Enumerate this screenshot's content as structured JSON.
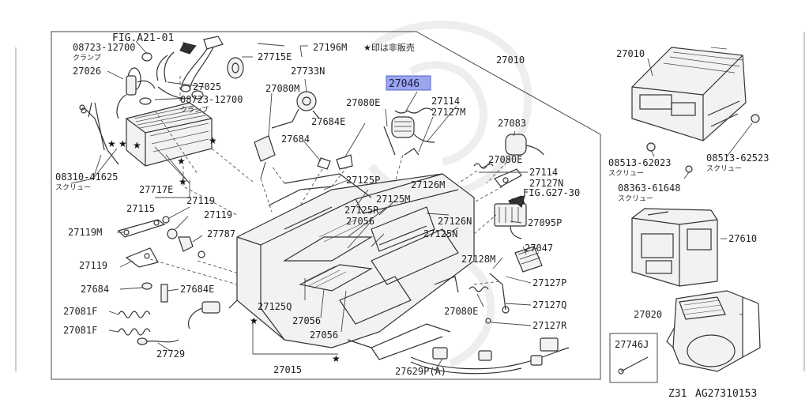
{
  "figure": {
    "ref": "FIG.A21-01",
    "note": "★印は非販売",
    "footer_model": "Z31",
    "footer_code": "AG27310153"
  },
  "labels": {
    "p08723a": "08723-12700",
    "p08723a_sub": "クランプ",
    "p27196m": "27196M",
    "p27715e": "27715E",
    "p27026": "27026",
    "p27025": "27025",
    "p08723b": "08723-12700",
    "p08723b_sub": "クランプ",
    "p27733n": "27733N",
    "p27080m": "27080M",
    "p27684e_a": "27684E",
    "p27684_a": "27684",
    "p08310": "08310-41625",
    "p08310_sub": "スクリュー",
    "p27717e": "27717E",
    "p27115": "27115",
    "p27119_a": "27119",
    "p27119_b": "27119",
    "p27119m": "27119M",
    "p27787": "27787",
    "p27119_c": "27119",
    "p27684_b": "27684",
    "p27684e_b": "27684E",
    "p27081f_a": "27081F",
    "p27081f_b": "27081F",
    "p27729": "27729",
    "p27010": "27010",
    "p27046": "27046",
    "p27080e_a": "27080E",
    "p27114_a": "27114",
    "p27127m": "27127M",
    "p27083": "27083",
    "p27080e_b": "27080E",
    "p27114_b": "27114",
    "p27127n": "27127N",
    "fig2730": "FIG.G27-30",
    "p27125p": "27125P",
    "p27126m": "27126M",
    "p27125m": "27125M",
    "p27125r": "27125R",
    "p27126n": "27126N",
    "p27056_a": "27056",
    "p27125n": "27125N",
    "p27095p": "27095P",
    "p27047": "27047",
    "p27128m": "27128M",
    "p27127p": "27127P",
    "p27125q": "27125Q",
    "p27056_b": "27056",
    "p27080e_c": "27080E",
    "p27127q": "27127Q",
    "p27127r": "27127R",
    "p27056_c": "27056",
    "p27015": "27015",
    "p27629pa": "27629P(A)",
    "p27010_r": "27010",
    "p08513a": "08513-62023",
    "p08513a_sub": "スクリュー",
    "p08513b": "08513-62523",
    "p08513b_sub": "スクリュー",
    "p08363": "08363-61648",
    "p08363_sub": "スクリュー",
    "p27610": "27610",
    "p27020": "27020",
    "p27746j": "27746J"
  },
  "highlight": {
    "color": "#9aa6ee",
    "part": "27046"
  }
}
